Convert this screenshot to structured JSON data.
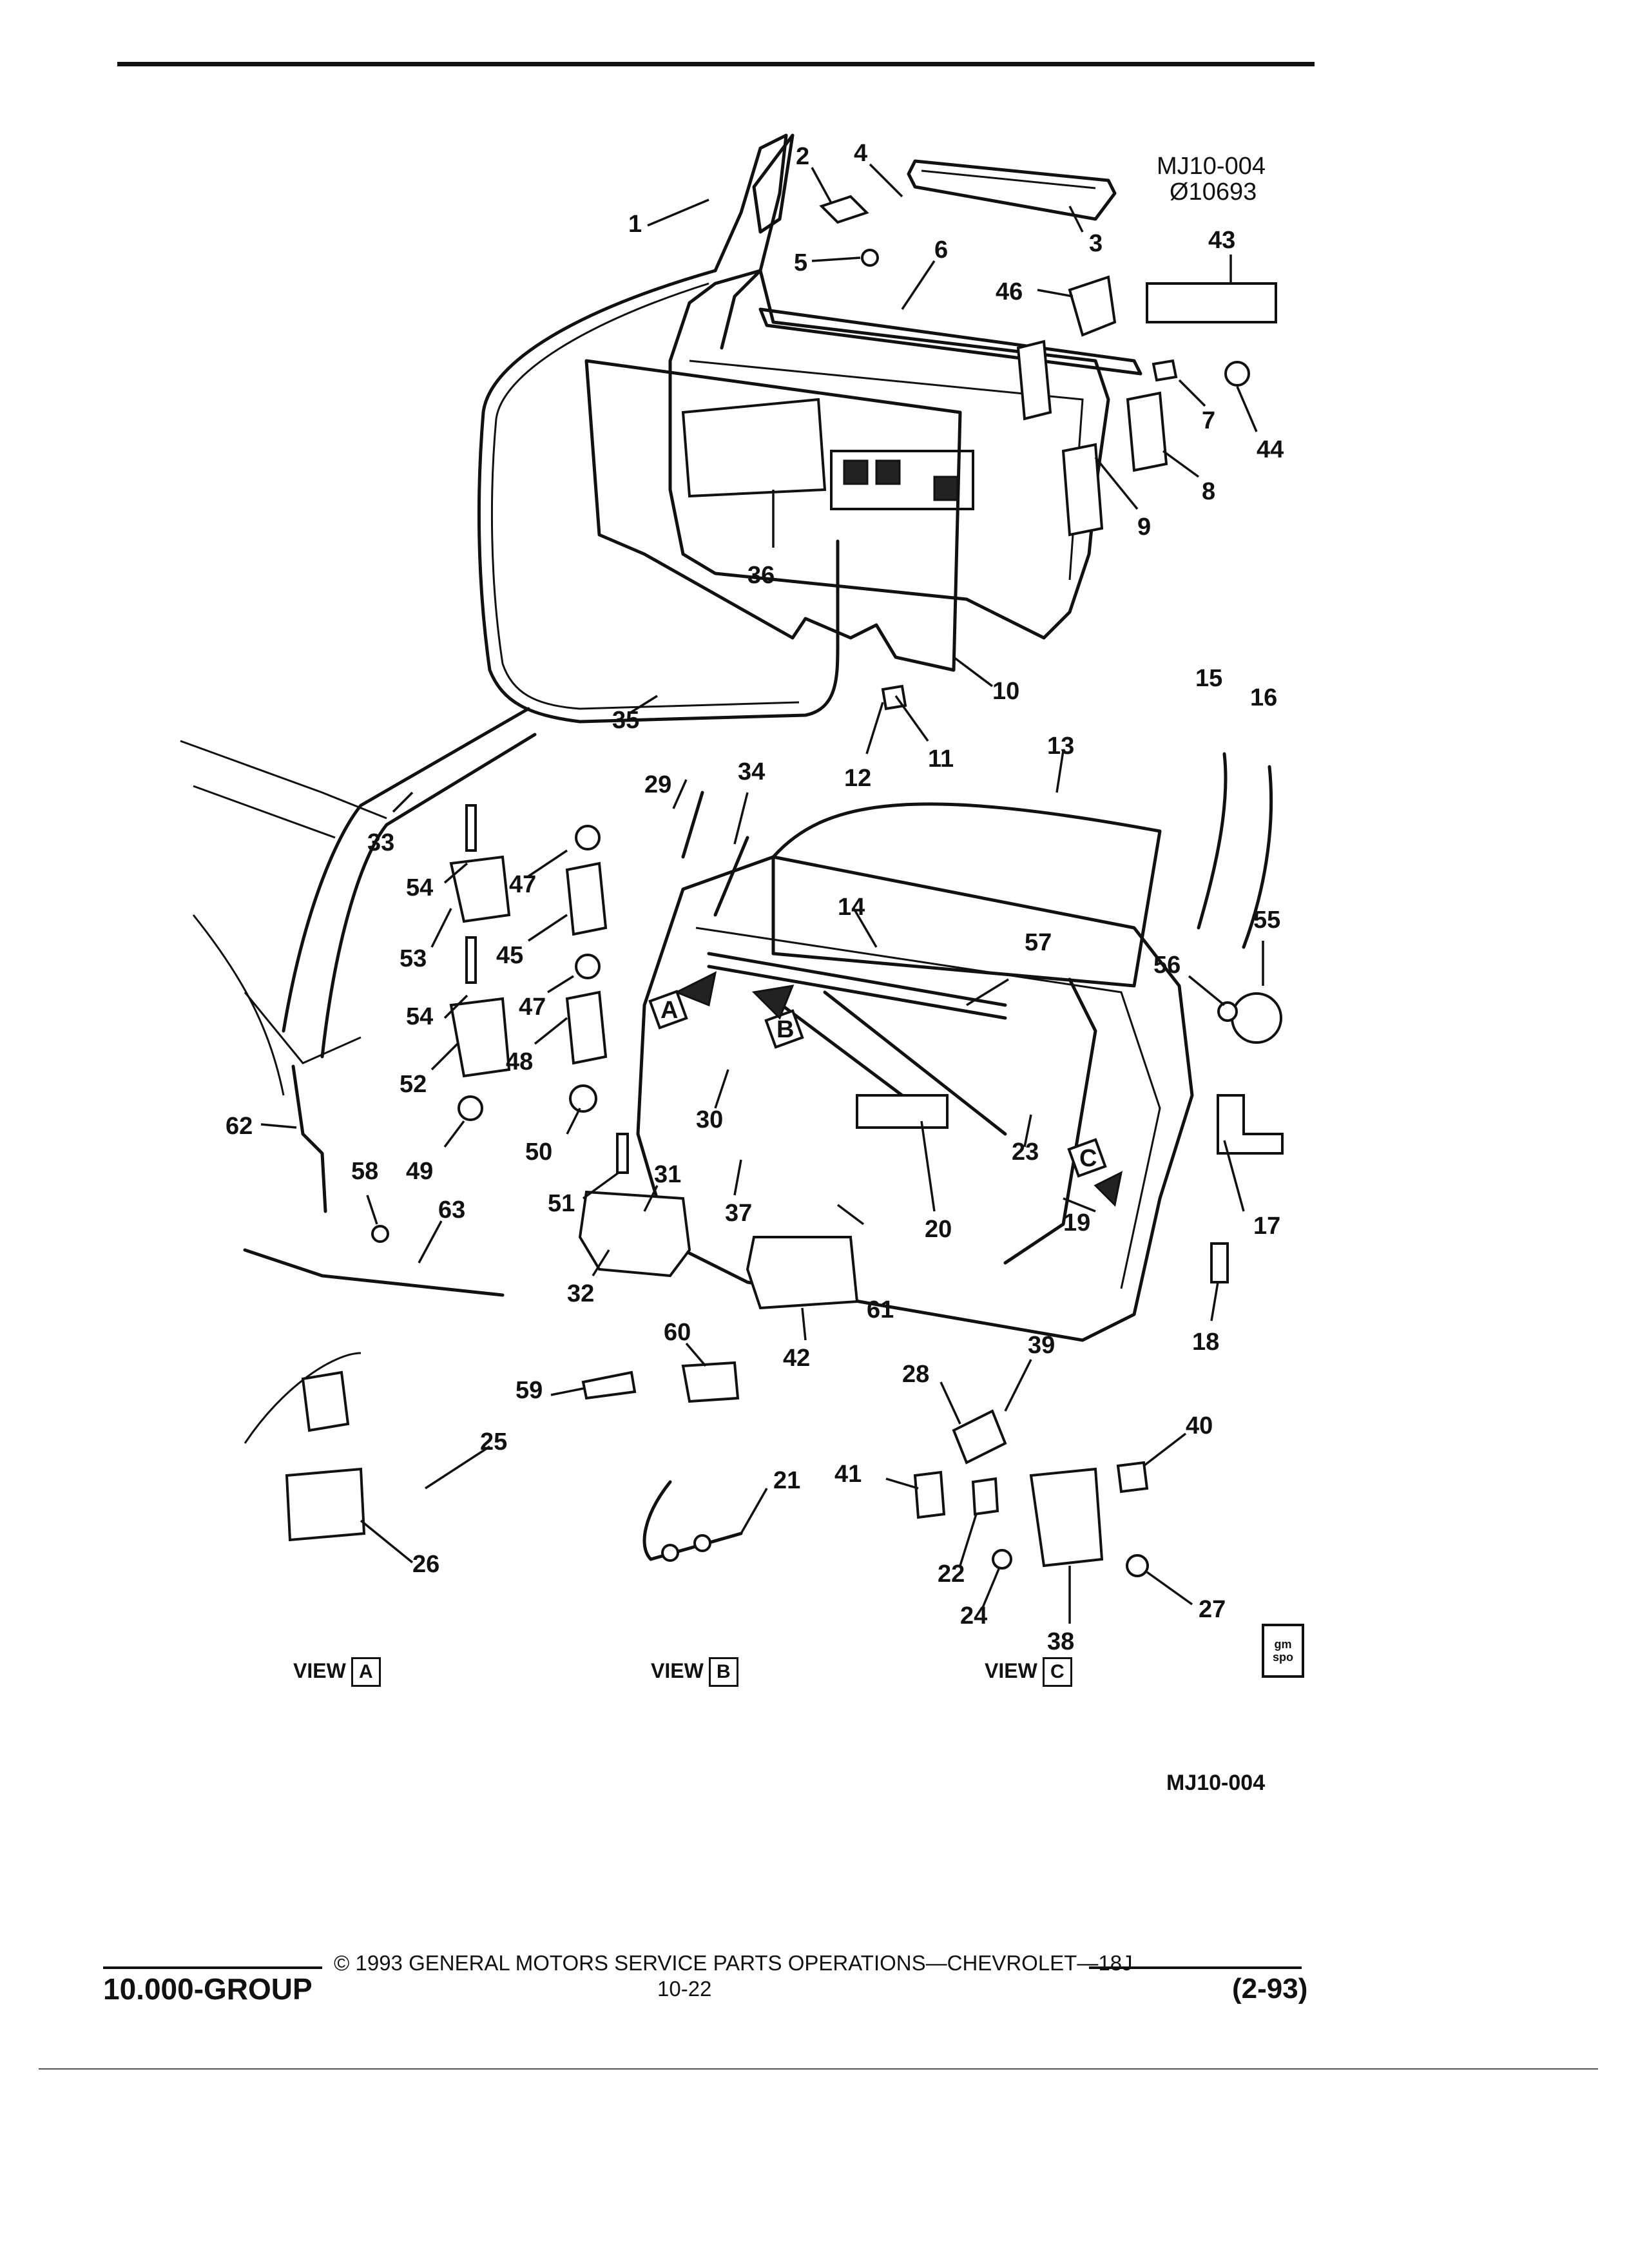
{
  "diagram": {
    "reference_code": "MJ10-004",
    "reference_number": "Ø10693",
    "bottom_reference": "MJ10-004",
    "badge_text": "gm spo",
    "callouts": [
      "1",
      "2",
      "3",
      "4",
      "5",
      "6",
      "7",
      "8",
      "9",
      "10",
      "11",
      "12",
      "13",
      "14",
      "15",
      "16",
      "17",
      "18",
      "19",
      "20",
      "21",
      "22",
      "23",
      "24",
      "25",
      "26",
      "27",
      "28",
      "29",
      "30",
      "31",
      "32",
      "33",
      "34",
      "35",
      "36",
      "37",
      "38",
      "39",
      "40",
      "41",
      "42",
      "43",
      "44",
      "45",
      "46",
      "47",
      "47",
      "48",
      "49",
      "50",
      "51",
      "52",
      "53",
      "54",
      "54",
      "55",
      "56",
      "57",
      "58",
      "59",
      "60",
      "61",
      "62",
      "63"
    ],
    "views": [
      {
        "prefix": "VIEW",
        "letter": "A"
      },
      {
        "prefix": "VIEW",
        "letter": "B"
      },
      {
        "prefix": "VIEW",
        "letter": "C"
      }
    ],
    "view_markers": [
      "A",
      "B",
      "C"
    ]
  },
  "footer": {
    "copyright": "© 1993 GENERAL MOTORS SERVICE PARTS OPERATIONS—CHEVROLET—18J",
    "group": "10.000-GROUP",
    "page": "10-22",
    "date": "(2-93)"
  }
}
